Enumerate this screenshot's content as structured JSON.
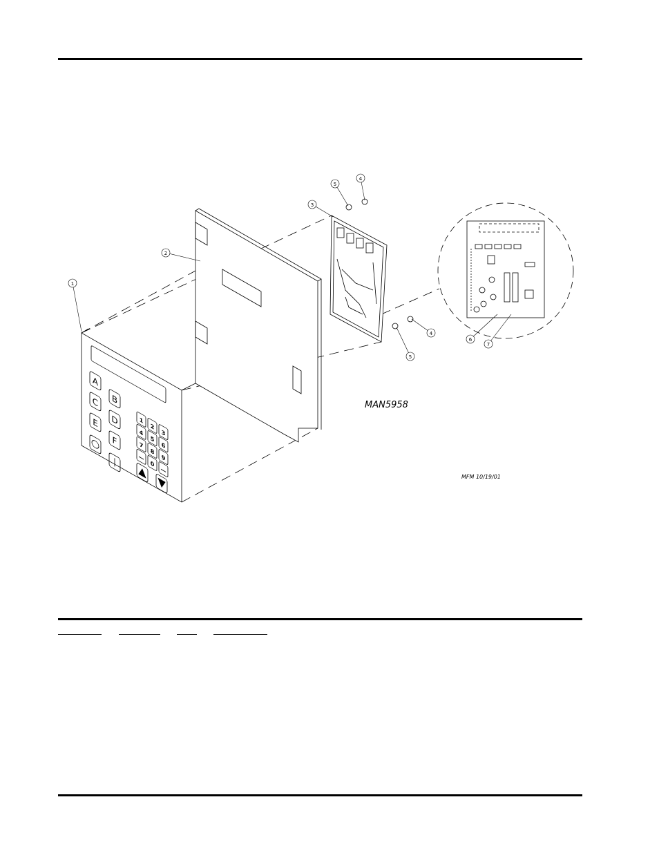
{
  "diagram": {
    "drawing_number": "MAN5958",
    "drafter_stamp": "MFM 10/19/01",
    "callouts": [
      "1",
      "2",
      "3",
      "4",
      "4",
      "5",
      "5",
      "6",
      "7"
    ],
    "keypad": {
      "letter_keys": [
        "A",
        "B",
        "C",
        "D",
        "E",
        "F"
      ],
      "number_keys": [
        "1",
        "2",
        "3",
        "4",
        "5",
        "6",
        "7",
        "8",
        "9",
        "—",
        "0",
        "—"
      ]
    }
  },
  "parts_table": {
    "columns": [
      "",
      "",
      "",
      ""
    ]
  }
}
